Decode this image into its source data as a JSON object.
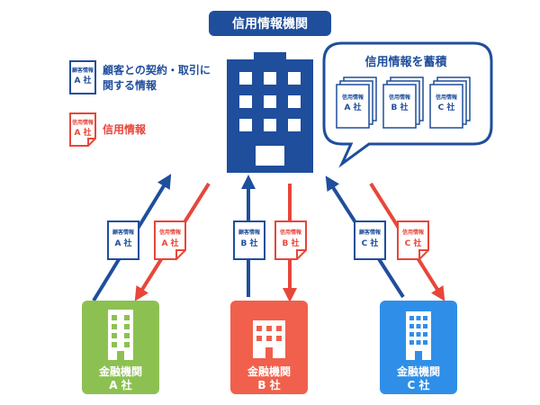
{
  "header": {
    "title": "信用情報機関"
  },
  "legend": {
    "customer_doc": {
      "line1": "顧客情報",
      "line2": "A 社"
    },
    "customer_text": {
      "line1": "顧客との契約・取引に",
      "line2": "関する情報"
    },
    "credit_doc": {
      "line1": "信用情報",
      "line2": "A 社"
    },
    "credit_text": "信用情報"
  },
  "bubble": {
    "title": "信用情報を蓄積",
    "docs": [
      {
        "line1": "信用情報",
        "line2": "A 社"
      },
      {
        "line1": "信用情報",
        "line2": "B 社"
      },
      {
        "line1": "信用情報",
        "line2": "C 社"
      }
    ]
  },
  "flows": [
    {
      "customer": {
        "line1": "顧客情報",
        "line2": "A 社"
      },
      "credit": {
        "line1": "信用情報",
        "line2": "A 社"
      }
    },
    {
      "customer": {
        "line1": "顧客情報",
        "line2": "B 社"
      },
      "credit": {
        "line1": "信用情報",
        "line2": "B 社"
      }
    },
    {
      "customer": {
        "line1": "顧客情報",
        "line2": "C 社"
      },
      "credit": {
        "line1": "信用情報",
        "line2": "C 社"
      }
    }
  ],
  "banks": [
    {
      "name": "金融機関",
      "sub": "A 社"
    },
    {
      "name": "金融機関",
      "sub": "B 社"
    },
    {
      "name": "金融機関",
      "sub": "C 社"
    }
  ],
  "colors": {
    "navy": "#1f4e9c",
    "red": "#e8463a",
    "green": "#8cc152",
    "coral": "#f0604d",
    "blue": "#2f8fe8"
  }
}
